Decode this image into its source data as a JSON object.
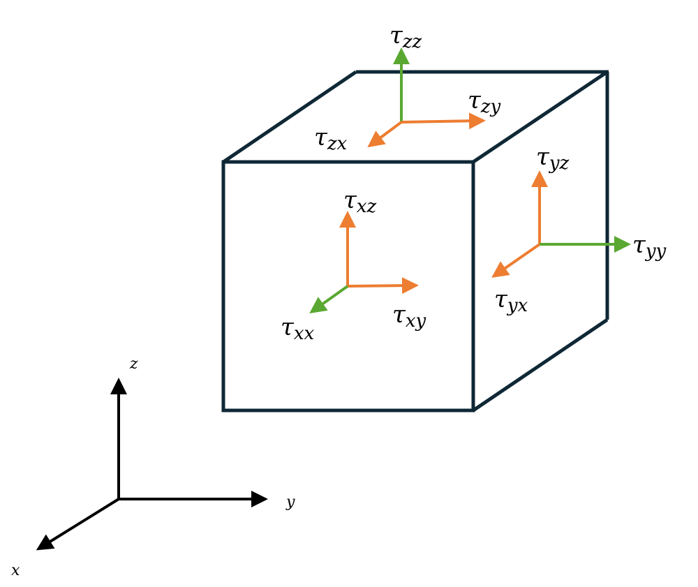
{
  "colors": {
    "cube": "#0f2836",
    "normal": "#5aa832",
    "shear": "#ed7d31",
    "axes": "#000000"
  },
  "stress_labels": {
    "zz": {
      "symbol": "τ",
      "sub": "zz"
    },
    "zy": {
      "symbol": "τ",
      "sub": "zy"
    },
    "zx": {
      "symbol": "τ",
      "sub": "zx"
    },
    "xz": {
      "symbol": "τ",
      "sub": "xz"
    },
    "xy": {
      "symbol": "τ",
      "sub": "xy"
    },
    "xx": {
      "symbol": "τ",
      "sub": "xx"
    },
    "yz": {
      "symbol": "τ",
      "sub": "yz"
    },
    "yy": {
      "symbol": "τ",
      "sub": "yy"
    },
    "yx": {
      "symbol": "τ",
      "sub": "yx"
    }
  },
  "axes": {
    "x": "x",
    "y": "y",
    "z": "z"
  }
}
